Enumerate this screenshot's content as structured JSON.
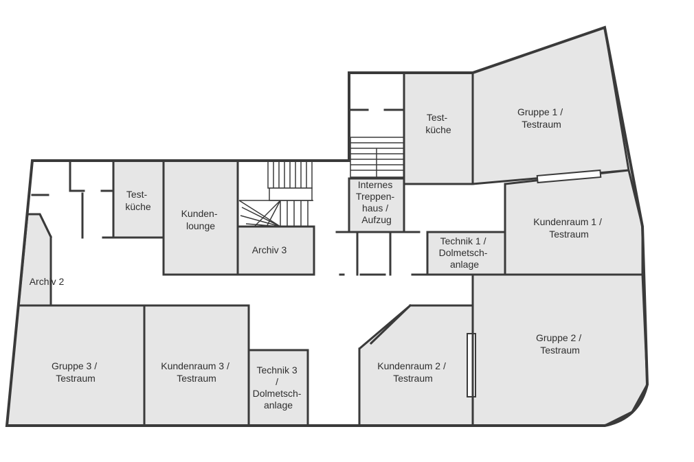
{
  "colors": {
    "room_fill": "#e6e6e6",
    "wall": "#3a3a3a",
    "background": "#ffffff"
  },
  "rooms": {
    "testkueche_top": [
      "Test-",
      "küche"
    ],
    "gruppe1": [
      "Gruppe 1 /",
      "Testraum"
    ],
    "testkueche_left": [
      "Test-",
      "küche"
    ],
    "kundenlounge": [
      "Kunden-",
      "lounge"
    ],
    "treppenhaus": [
      "Internes",
      "Treppen-",
      "haus /",
      "Aufzug"
    ],
    "kundenraum1": [
      "Kundenraum 1 /",
      "Testraum"
    ],
    "archiv3": [
      "Archiv 3"
    ],
    "technik1": [
      "Technik 1 /",
      "Dolmetsch-",
      "anlage"
    ],
    "archiv2": [
      "Archiv 2"
    ],
    "gruppe2": [
      "Gruppe 2 /",
      "Testraum"
    ],
    "gruppe3": [
      "Gruppe 3 /",
      "Testraum"
    ],
    "kundenraum3": [
      "Kundenraum 3 /",
      "Testraum"
    ],
    "technik3": [
      "Technik 3",
      "/",
      "Dolmetsch-",
      "anlage"
    ],
    "kundenraum2": [
      "Kundenraum 2 /",
      "Testraum"
    ]
  }
}
